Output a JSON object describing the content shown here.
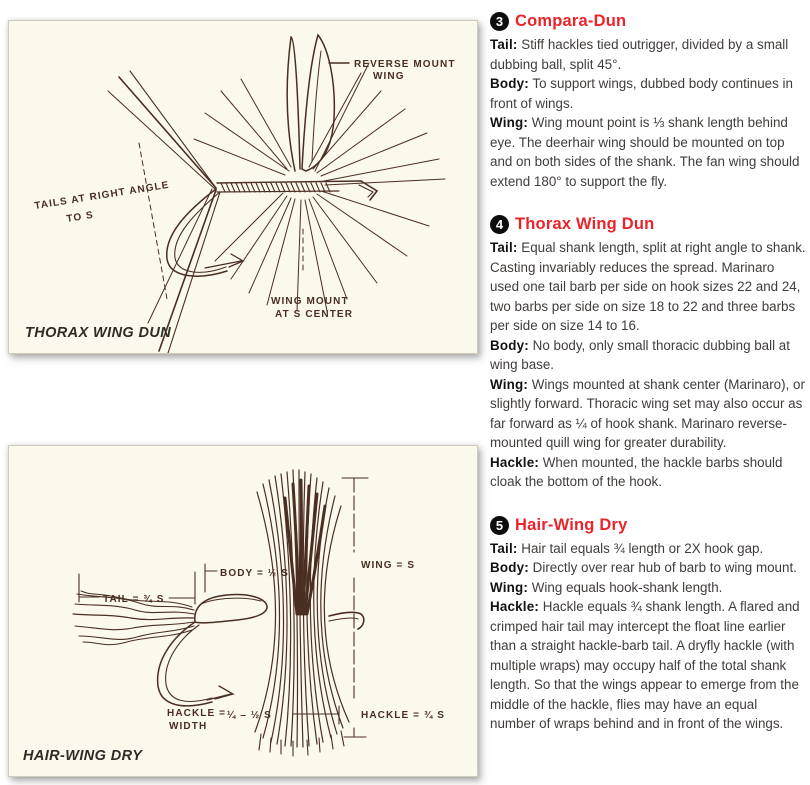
{
  "colors": {
    "accent_red": "#e9252b",
    "ink_brown": "#4b2e22",
    "panel_cream": "#fbf8ec",
    "body_text": "#413d3b"
  },
  "panels": [
    {
      "caption": "THORAX WING DUN",
      "annotations": {
        "reverse_mount_line1": "REVERSE MOUNT",
        "reverse_mount_line2": "WING",
        "tails_line1": "TAILS AT RIGHT ANGLE",
        "tails_line2": "TO S",
        "wing_mount_line1": "WING MOUNT",
        "wing_mount_line2": "AT S CENTER"
      }
    },
    {
      "caption": "HAIR-WING DRY",
      "annotations": {
        "tail": "TAIL = ¾ S",
        "body": "BODY = ½ S",
        "wing": "WING = S",
        "hackle_width_line1": "HACKLE =",
        "hackle_width_line2": "WIDTH",
        "hackle_width_value": "¼ – ½ S",
        "hackle": "HACKLE = ¾ S"
      }
    }
  ],
  "sections": [
    {
      "number": "3",
      "title": "Compara-Dun",
      "items": [
        {
          "label": "Tail:",
          "text": "Stiff hackles tied outrigger, divided by a small dubbing ball, split 45°."
        },
        {
          "label": "Body:",
          "text": "To support wings, dubbed body continues in front of wings."
        },
        {
          "label": "Wing:",
          "text": "Wing mount point is ⅓ shank length behind eye. The deerhair wing should be mounted on top and on both sides of the shank. The fan wing should extend 180° to support the fly."
        }
      ]
    },
    {
      "number": "4",
      "title": "Thorax Wing Dun",
      "items": [
        {
          "label": "Tail:",
          "text": "Equal shank length, split at right angle to shank. Casting invariably reduces the spread. Marinaro used one tail barb per side on hook sizes 22 and 24, two barbs per side on size 18 to 22 and three barbs per side on size 14 to 16."
        },
        {
          "label": "Body:",
          "text": "No body, only small thoracic dubbing ball at wing base."
        },
        {
          "label": "Wing:",
          "text": "Wings mounted at shank center (Marinaro), or slightly forward. Thoracic wing set may also occur as far forward as ¼ of hook shank. Marinaro reverse-mounted quill wing for greater durability."
        },
        {
          "label": "Hackle:",
          "text": "When mounted, the hackle barbs should cloak the bottom of the hook."
        }
      ]
    },
    {
      "number": "5",
      "title": "Hair-Wing Dry",
      "items": [
        {
          "label": "Tail:",
          "text": "Hair tail equals ¾ length or 2X hook gap."
        },
        {
          "label": "Body:",
          "text": "Directly over rear hub of barb to wing mount."
        },
        {
          "label": "Wing:",
          "text": "Wing equals hook-shank length."
        },
        {
          "label": "Hackle:",
          "text": "Hackle equals ¾ shank length. A flared and crimped hair tail may intercept the float line earlier than a straight hackle-barb tail. A dryfly hackle (with multiple wraps) may occupy half of the total shank length. So that the wings appear to emerge from the middle of the hackle, flies may have an equal number of wraps behind and in front of the wings."
        }
      ]
    }
  ]
}
